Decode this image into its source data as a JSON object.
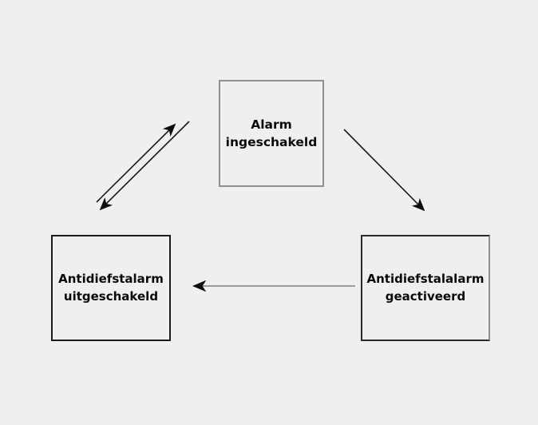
{
  "diagram": {
    "type": "state-transition-diagram",
    "language": "nl",
    "background_color": "#eef0ee",
    "states": [
      {
        "id": "alarm-ingeschakeld",
        "label_line_1": "Alarm",
        "label_line_2": "ingeschakeld",
        "border_color": "#8d908d"
      },
      {
        "id": "antidiefstalarm-uitgeschakeld",
        "label_line_1": "Antidiefstalarm",
        "label_line_2": "uitgeschakeld",
        "border_color": "#1b1b1b"
      },
      {
        "id": "antidiefstalalarm-geactiveerd",
        "label_line_1": "Antidiefstalalarm",
        "label_line_2": "geactiveerd",
        "border_color": "#2a2a2a"
      }
    ],
    "transitions": [
      {
        "id": "uitgeschakeld-to-ingeschakeld",
        "from": "antidiefstalarm-uitgeschakeld",
        "to": "alarm-ingeschakeld",
        "label": "",
        "color": "#1b1b1b",
        "direction": "up-right"
      },
      {
        "id": "ingeschakeld-to-uitgeschakeld",
        "from": "alarm-ingeschakeld",
        "to": "antidiefstalarm-uitgeschakeld",
        "label": "",
        "color": "#1b1b1b",
        "direction": "down-left"
      },
      {
        "id": "ingeschakeld-to-geactiveerd",
        "from": "alarm-ingeschakeld",
        "to": "antidiefstalalarm-geactiveerd",
        "label": "",
        "color": "#1b1b1b",
        "direction": "down-right"
      },
      {
        "id": "geactiveerd-to-uitgeschakeld",
        "from": "antidiefstalalarm-geactiveerd",
        "to": "antidiefstalarm-uitgeschakeld",
        "label": "",
        "color": "#8d908d",
        "direction": "left"
      }
    ]
  }
}
